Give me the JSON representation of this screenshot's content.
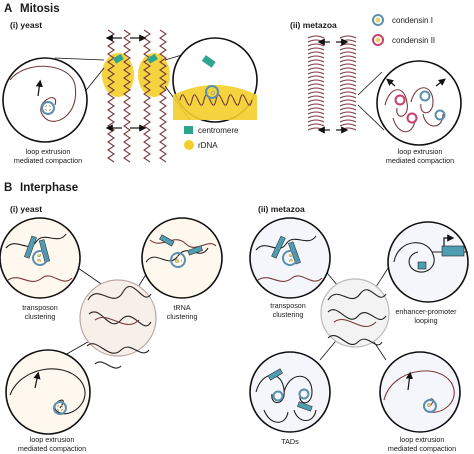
{
  "panel_a": {
    "letter": "A",
    "title": "Mitosis",
    "yeast_label": "(i) yeast",
    "metazoa_label": "(ii) metazoa",
    "yeast_caption_1": "loop extrusion",
    "yeast_caption_2": "mediated compaction",
    "metazoa_caption_1": "loop extrusion",
    "metazoa_caption_2": "mediated compaction",
    "legend_centromere": "centromere",
    "legend_rdna": "rDNA",
    "legend_condensin1": "condensin I",
    "legend_condensin2": "condensin II"
  },
  "panel_b": {
    "letter": "B",
    "title": "Interphase",
    "yeast_label": "(i) yeast",
    "metazoa_label": "(ii) metazoa",
    "yeast_transposon_1": "transposon",
    "yeast_transposon_2": "clustering",
    "yeast_trna_1": "tRNA",
    "yeast_trna_2": "clustering",
    "yeast_loop_1": "loop extrusion",
    "yeast_loop_2": "mediated compaction",
    "met_transposon_1": "transposon",
    "met_transposon_2": "clustering",
    "met_enhancer_1": "enhancer-promoter",
    "met_enhancer_2": "looping",
    "met_tads": "TADs",
    "met_loop_1": "loop extrusion",
    "met_loop_2": "mediated compaction"
  },
  "colors": {
    "rdna": "#f2cf2a",
    "centromere": "#2ea58e",
    "condensin1": "#5b8fb0",
    "condensin2": "#c83f6b",
    "chromatin": "#7a3b3b",
    "gene": "#4f9db0"
  }
}
